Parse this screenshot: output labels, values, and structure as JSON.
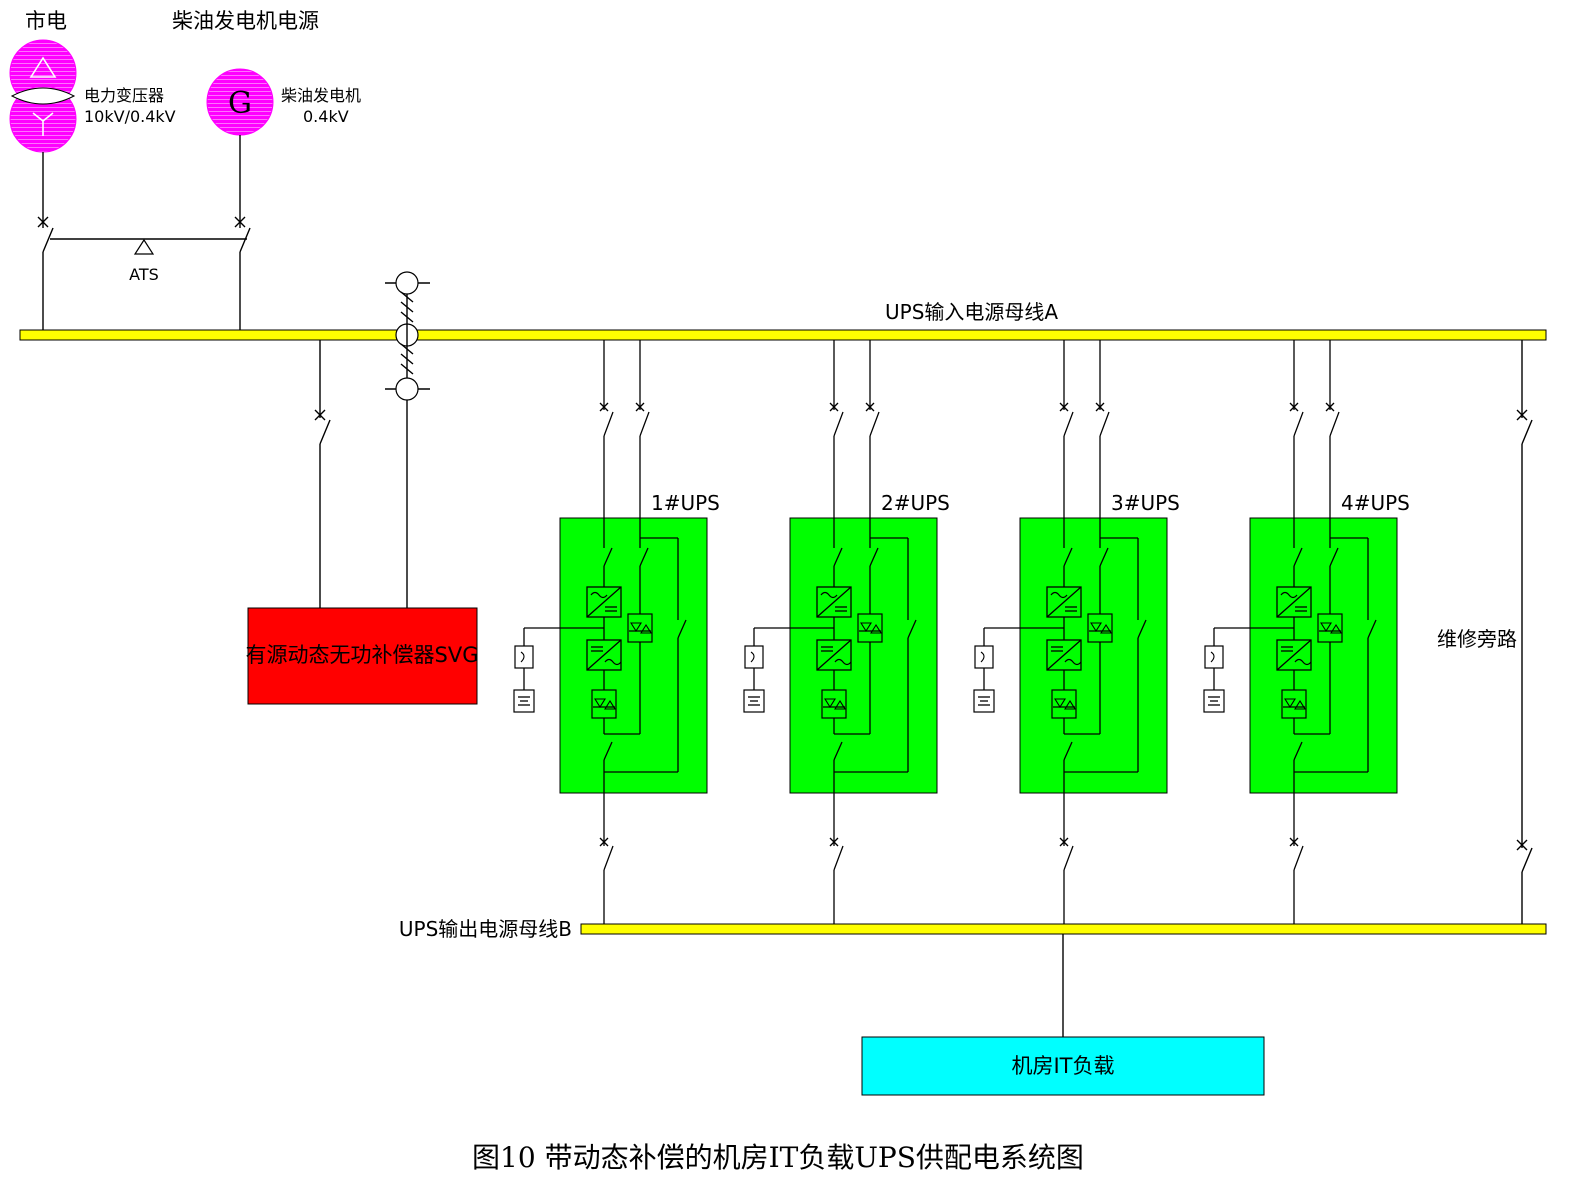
{
  "colors": {
    "bus": "#ffff00",
    "source": "#ff00ff",
    "ups": "#00ff00",
    "svg_device": "#ff0000",
    "load": "#00ffff",
    "line": "#000000"
  },
  "sources": {
    "mains_title": "市电",
    "generator_title": "柴油发电机电源",
    "transformer_name": "电力变压器",
    "transformer_rating": "10kV/0.4kV",
    "generator_symbol": "G",
    "generator_name": "柴油发电机",
    "generator_rating": "0.4kV",
    "ats_label": "ATS"
  },
  "buses": {
    "input_bus_a": "UPS输入电源母线A",
    "output_bus_b": "UPS输出电源母线B"
  },
  "svg_compensator": {
    "label": "有源动态无功补偿器SVG"
  },
  "ups_units": [
    {
      "label": "1#UPS"
    },
    {
      "label": "2#UPS"
    },
    {
      "label": "3#UPS"
    },
    {
      "label": "4#UPS"
    }
  ],
  "bypass": {
    "label": "维修旁路"
  },
  "load": {
    "label": "机房IT负载"
  },
  "caption": "图10 带动态补偿的机房IT负载UPS供配电系统图"
}
